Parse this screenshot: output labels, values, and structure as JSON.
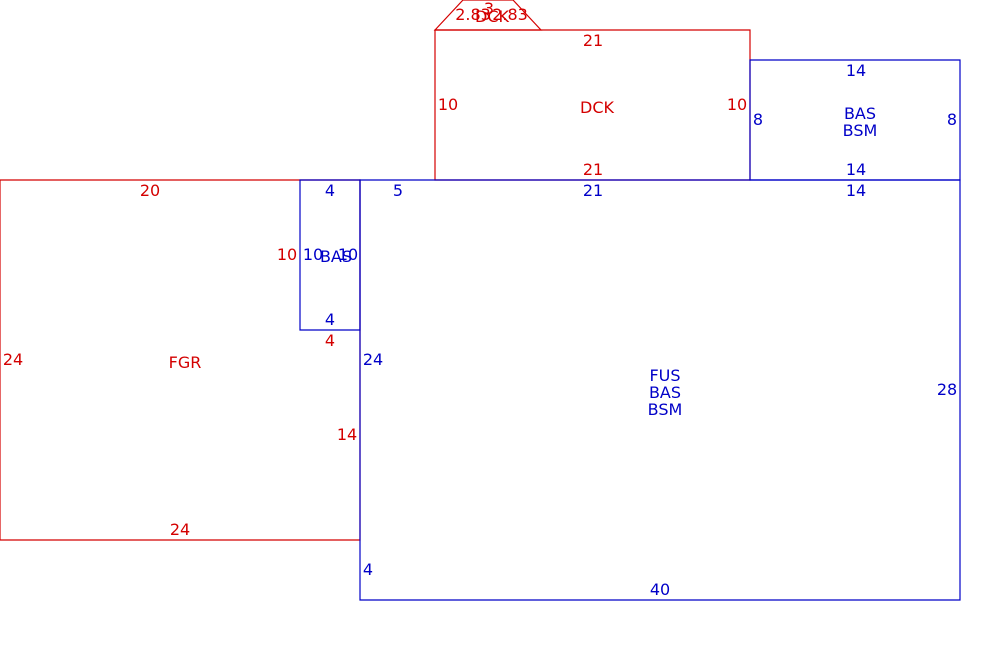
{
  "colors": {
    "red": "#d40000",
    "blue": "#0000c8"
  },
  "areas": {
    "fgr": {
      "label": "FGR"
    },
    "dck_main": {
      "label": "DCK"
    },
    "dck_small": {
      "label": "DCK"
    },
    "bas_small": {
      "label": "BAS"
    },
    "bas_bsm_right": {
      "line1": "BAS",
      "line2": "BSM"
    },
    "fus_bas_bsm": {
      "line1": "FUS",
      "line2": "BAS",
      "line3": "BSM"
    }
  },
  "dims": {
    "fgr_top": "20",
    "fgr_left": "24",
    "fgr_bottom": "24",
    "fgr_right_upper": "10",
    "fgr_notch": "4",
    "fgr_right_lower": "14",
    "dck_top": "21",
    "dck_left": "10",
    "dck_right": "10",
    "dck_bottom": "21",
    "dck_small_left": "2.83",
    "dck_small_top": "3",
    "dck_small_right": "2.83",
    "bas_right_top": "14",
    "bas_right_left": "8",
    "bas_right_right": "8",
    "bas_right_bottom": "14",
    "bas_small_top": "4",
    "bas_small_left": "10",
    "bas_small_right": "10",
    "bas_small_bottom": "4",
    "main_top_left": "5",
    "main_top_mid": "21",
    "main_top_right": "14",
    "main_left": "24",
    "main_right": "28",
    "main_step": "4",
    "main_bottom": "40"
  }
}
